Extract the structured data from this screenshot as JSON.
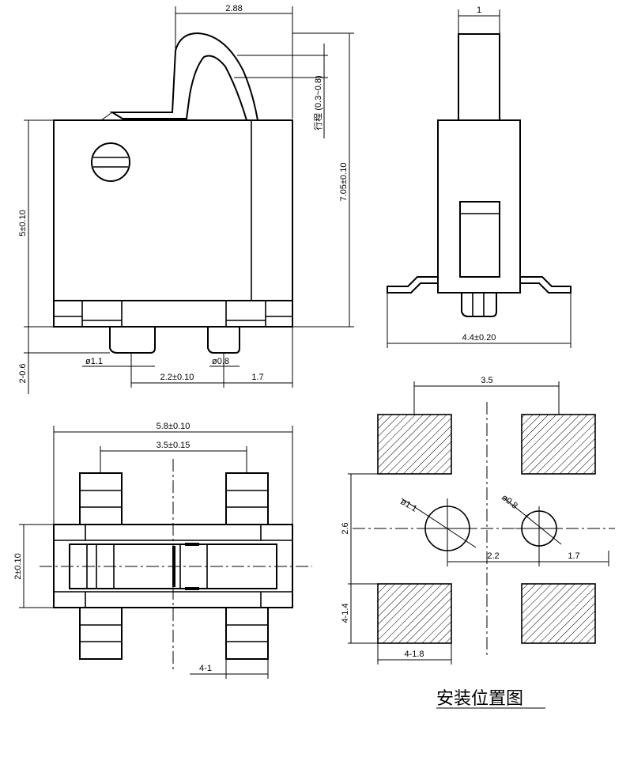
{
  "front_view": {
    "dim_width": "2.88",
    "dim_travel": "行程 (0.3~0.8)",
    "dim_height_total": "7.05±0.10",
    "dim_height_body": "5±0.10",
    "dim_leg": "2-0.6",
    "dim_hole_left": "ø1.1",
    "dim_hole_right": "ø0.8",
    "dim_spacing": "2.2±0.10",
    "dim_edge": "1.7"
  },
  "side_view": {
    "dim_actuator": "1",
    "dim_width": "4.4±0.20"
  },
  "bottom_view": {
    "dim_width": "5.8±0.10",
    "dim_pitch": "3.5±0.15",
    "dim_height": "2±0.10",
    "dim_pad": "4-1"
  },
  "layout": {
    "dim_top": "3.5",
    "dim_vertical": "2.6",
    "dim_hole_left": "ø1.1",
    "dim_hole_right": "ø0.8",
    "dim_spacing": "2.2",
    "dim_edge": "1.7",
    "dim_pad_height": "4-1.4",
    "dim_pad_width": "4-1.8",
    "title": "安装位置图"
  }
}
